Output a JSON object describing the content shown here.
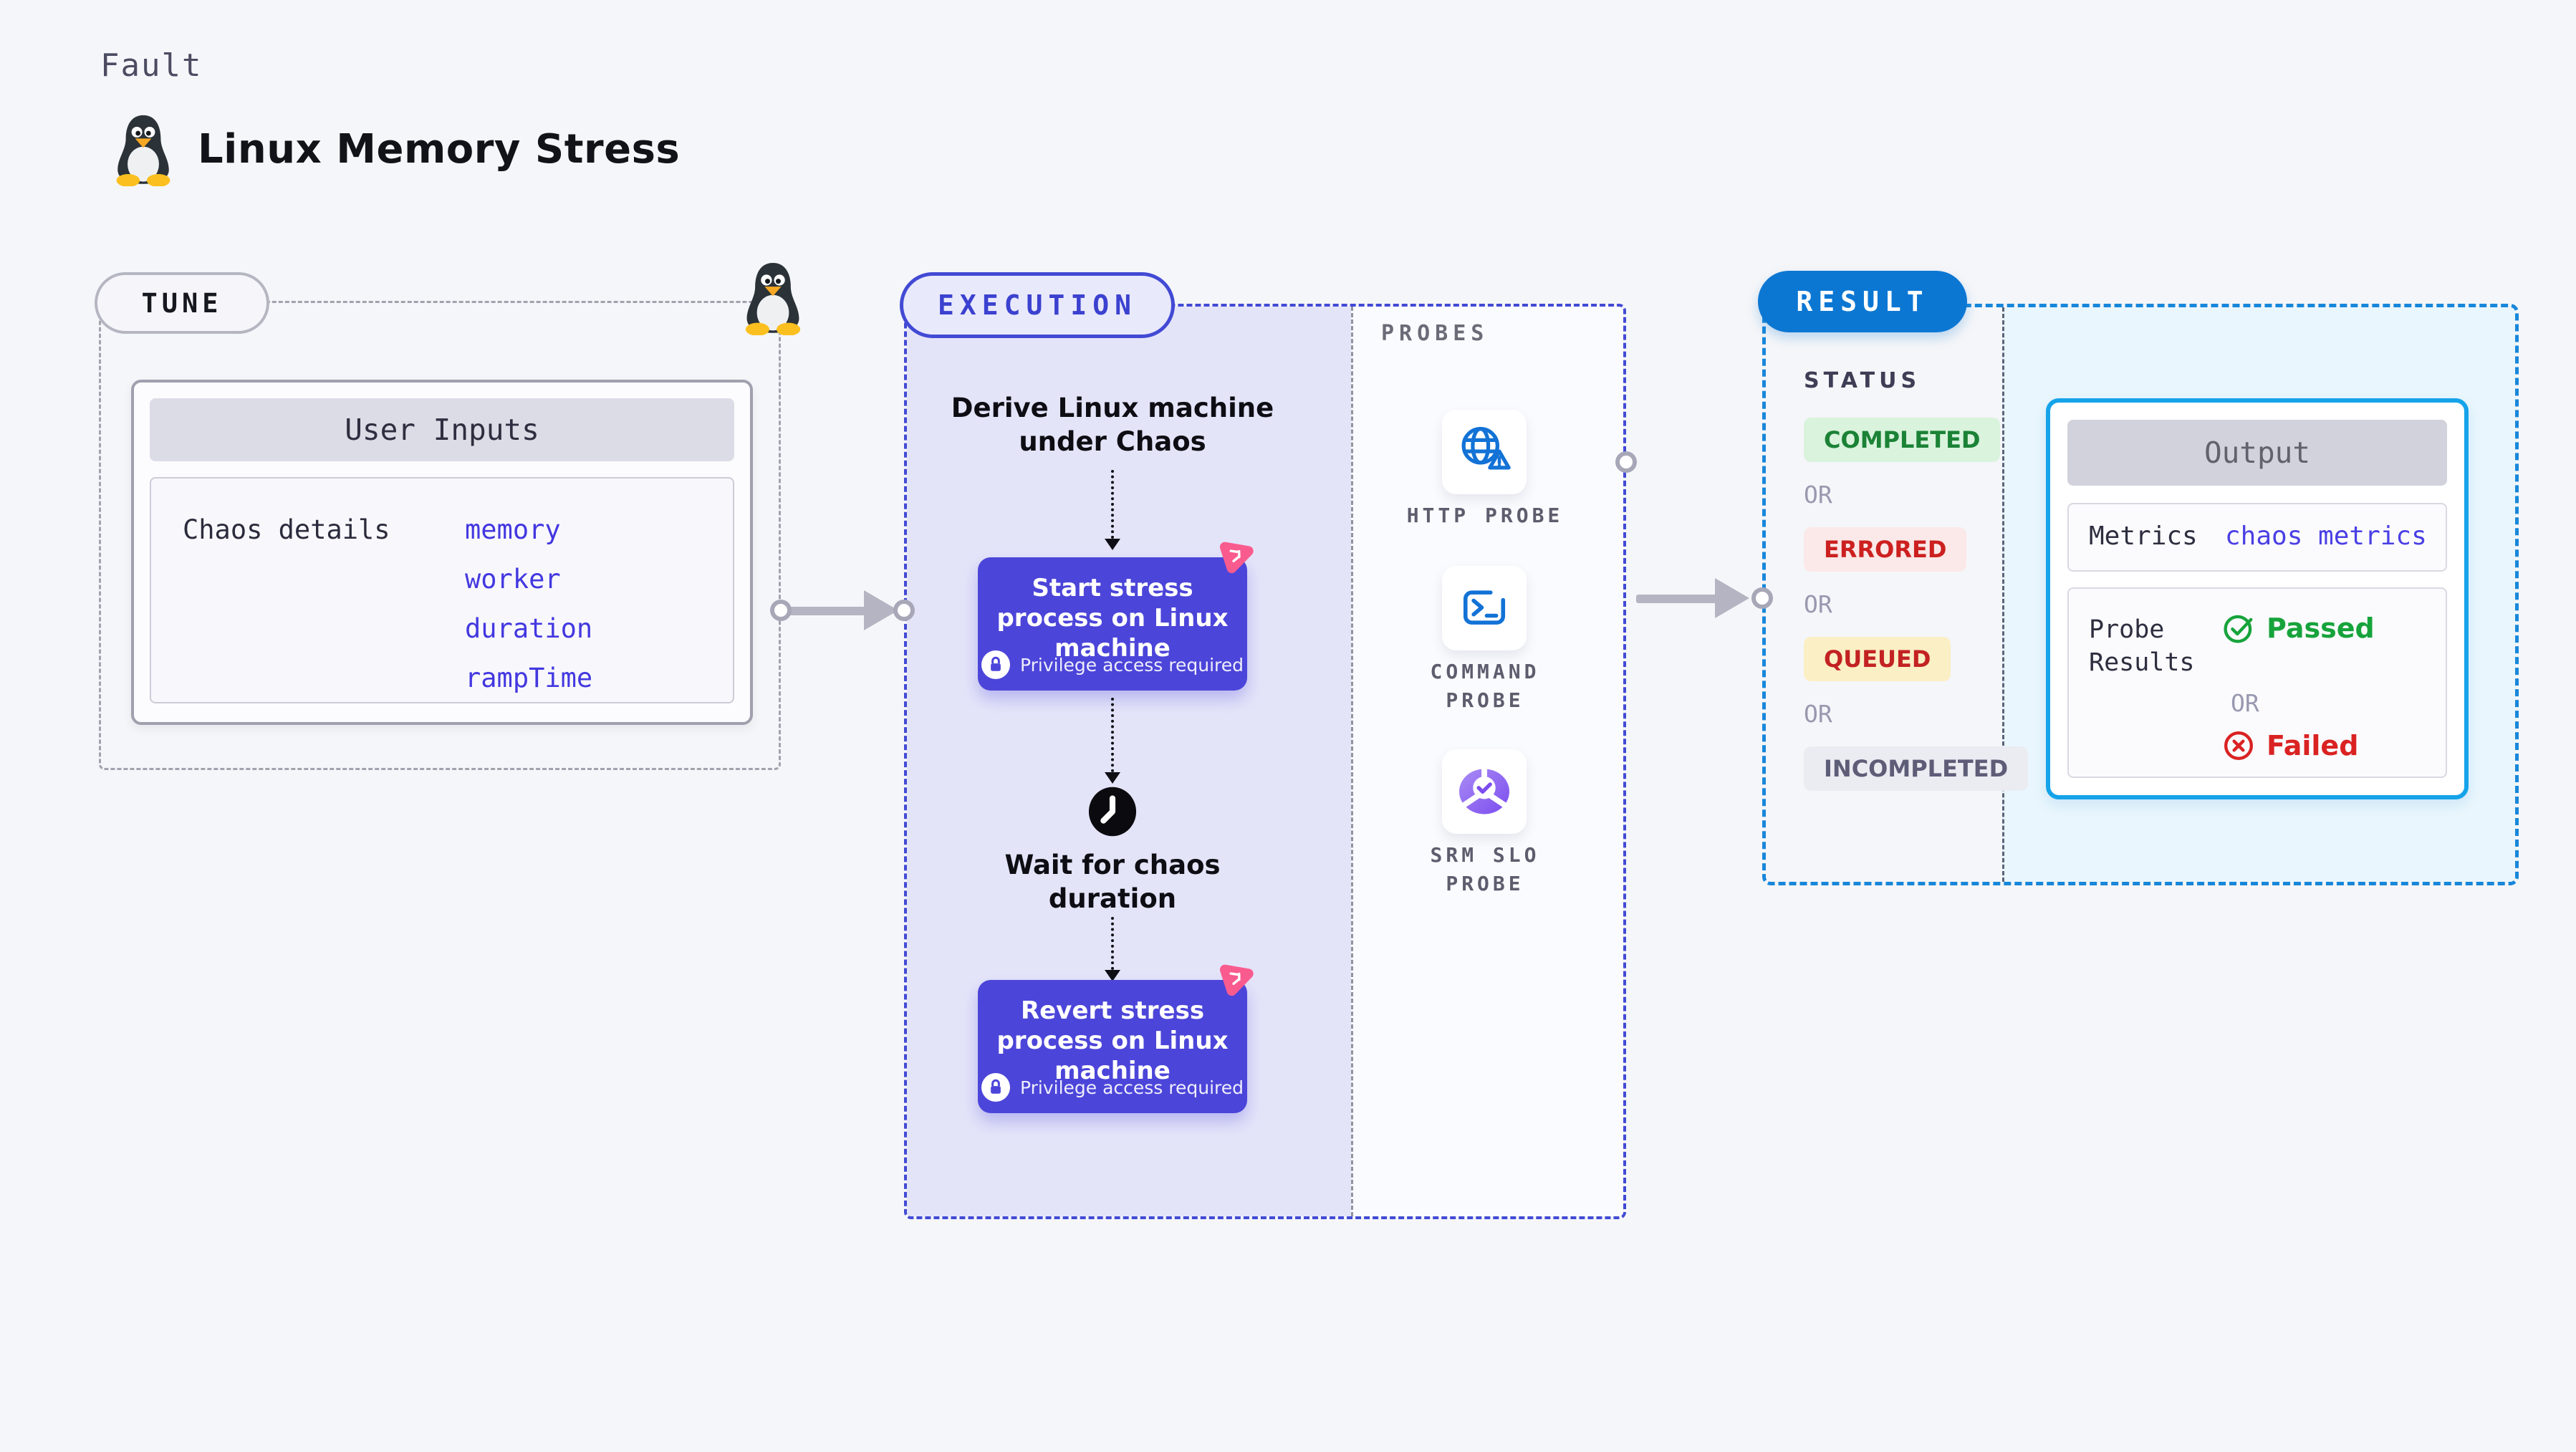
{
  "header": {
    "kicker": "Fault",
    "title": "Linux Memory Stress"
  },
  "tune": {
    "pill": "TUNE",
    "card": {
      "header": "User Inputs",
      "field_label": "Chaos details",
      "fields": [
        "memory",
        "worker",
        "duration",
        "rampTime"
      ]
    }
  },
  "execution": {
    "pill": "EXECUTION",
    "steps": {
      "derive": "Derive Linux machine under Chaos",
      "start": "Start stress process on Linux machine",
      "wait": "Wait for chaos duration",
      "revert": "Revert stress process on Linux machine"
    },
    "privilege_note": "Privilege access required"
  },
  "probes": {
    "section_label": "PROBES",
    "items": [
      {
        "label": "HTTP PROBE",
        "icon": "globe-alert-icon"
      },
      {
        "label": "COMMAND PROBE",
        "icon": "terminal-icon"
      },
      {
        "label": "SRM SLO PROBE",
        "icon": "slo-donut-check-icon"
      }
    ]
  },
  "result": {
    "pill": "RESULT",
    "status_label": "STATUS",
    "or_separator": "OR",
    "statuses": [
      {
        "label": "COMPLETED",
        "type": "completed"
      },
      {
        "label": "ERRORED",
        "type": "errored"
      },
      {
        "label": "QUEUED",
        "type": "queued"
      },
      {
        "label": "INCOMPLETED",
        "type": "incompleted"
      }
    ],
    "output": {
      "header": "Output",
      "metrics_label": "Metrics",
      "metrics_value": "chaos metrics",
      "probe_results_label": "Probe Results",
      "passed_label": "Passed",
      "or_label": "OR",
      "failed_label": "Failed"
    }
  },
  "colors": {
    "accent_indigo": "#4C45D9",
    "accent_blue": "#0C77D3",
    "badge_pink": "#FA5B8F",
    "passed_green": "#17A33B",
    "failed_red": "#DA2222",
    "code_indigo": "#4338E0"
  }
}
